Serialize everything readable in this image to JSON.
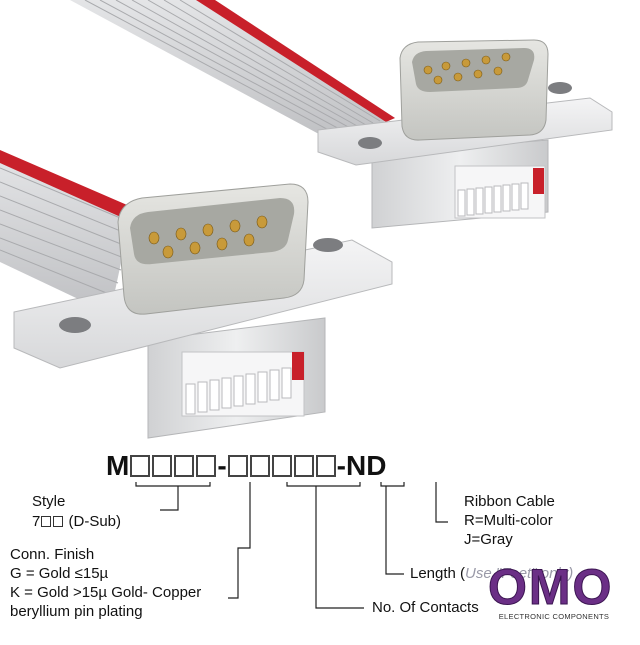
{
  "diagram": {
    "part_number": {
      "prefix": "M",
      "dash": "-",
      "suffix": "-ND"
    },
    "labels": {
      "style_title": "Style",
      "style_code_prefix": "7",
      "style_code_suffix": "(D-Sub)",
      "finish_title": "Conn. Finish",
      "finish_g": "G = Gold ≤15µ",
      "finish_k": "K = Gold >15µ Gold- Copper",
      "finish_k2": "beryllium pin plating",
      "contacts": "No. Of Contacts",
      "length_prefix": "Length (",
      "length_note": "Use \"Feet\" only)",
      "ribbon_title": "Ribbon Cable",
      "ribbon_r": "R=Multi-color",
      "ribbon_j": "J=Gray"
    },
    "logo": {
      "word": "OMO",
      "tagline": "ELECTRONIC COMPONENTS"
    },
    "colors": {
      "cable_gray": "#cfd0d2",
      "cable_stripe": "#c8202a",
      "housing": "#e9eaec",
      "shell": "#d9dad6",
      "pin_gold": "#c89a3a",
      "logo_purple": "#6b2f86"
    }
  }
}
